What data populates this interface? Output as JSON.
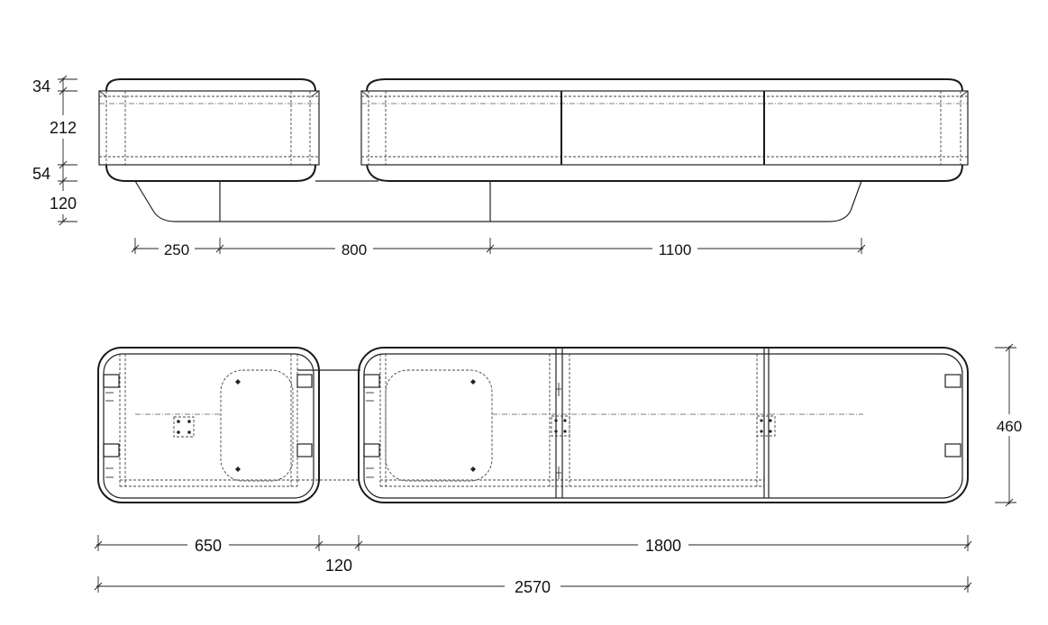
{
  "dimensions": {
    "front_34": "34",
    "front_212": "212",
    "front_54": "54",
    "front_120": "120",
    "front_250": "250",
    "front_800": "800",
    "front_1100": "1100",
    "plan_460": "460",
    "plan_650": "650",
    "plan_120": "120",
    "plan_1800": "1800",
    "plan_2570": "2570"
  }
}
